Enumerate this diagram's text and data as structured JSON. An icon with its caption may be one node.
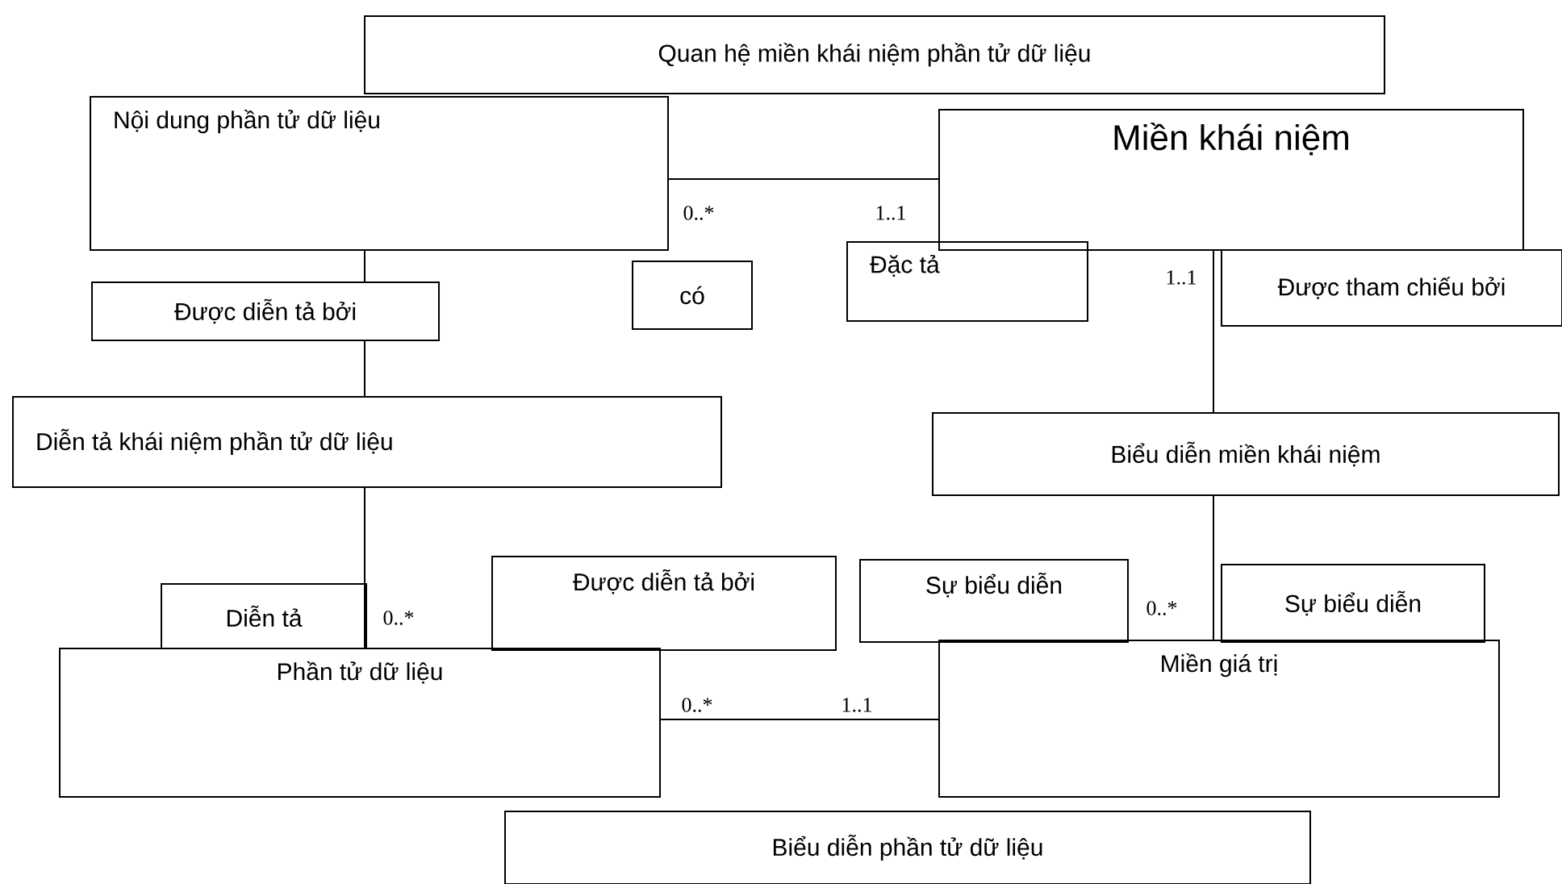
{
  "diagram": {
    "nodes": [
      {
        "text": [
          "Quan hệ miền khái niệm phần tử dữ liệu"
        ]
      },
      {
        "text": [
          "Nội dung phần tử dữ liệu"
        ]
      },
      {
        "text": [
          "Miền khái niệm"
        ]
      },
      {
        "text": [
          "Được diễn tả bởi"
        ]
      },
      {
        "text": [
          "có"
        ]
      },
      {
        "text": [
          "Đặc tả"
        ]
      },
      {
        "text": [
          "Được tham chiếu bởi"
        ]
      },
      {
        "text": [
          "Diễn tả khái niệm phần tử dữ liệu"
        ]
      },
      {
        "text": [
          "Biểu diễn miền khái niệm"
        ]
      },
      {
        "text": [
          "Diễn tả"
        ]
      },
      {
        "text": [
          "Được diễn tả bởi"
        ]
      },
      {
        "text": [
          "Sự biểu diễn"
        ]
      },
      {
        "text": [
          "Sự biểu diễn"
        ]
      },
      {
        "text": [
          "Phần tử dữ liệu"
        ]
      },
      {
        "text": [
          "Miền giá trị"
        ]
      },
      {
        "text": [
          "Biểu diễn phần tử dữ liệu"
        ]
      }
    ],
    "edges": [
      {
        "from": 1,
        "to": 2,
        "arrow": "none"
      },
      {
        "from": 1,
        "to": 3,
        "arrow": "none"
      },
      {
        "from": 3,
        "to": 7,
        "arrow": "none"
      },
      {
        "from": 2,
        "to": 8,
        "arrow": "none"
      },
      {
        "from": 7,
        "to": 13,
        "arrow": "none"
      },
      {
        "from": 8,
        "to": 14,
        "arrow": "none"
      },
      {
        "from": 13,
        "to": 14,
        "arrow": "none"
      }
    ],
    "labels": [
      "0..*",
      "1..1",
      "1..1",
      "0..*",
      "0..*",
      "0..*",
      "1..1"
    ]
  }
}
